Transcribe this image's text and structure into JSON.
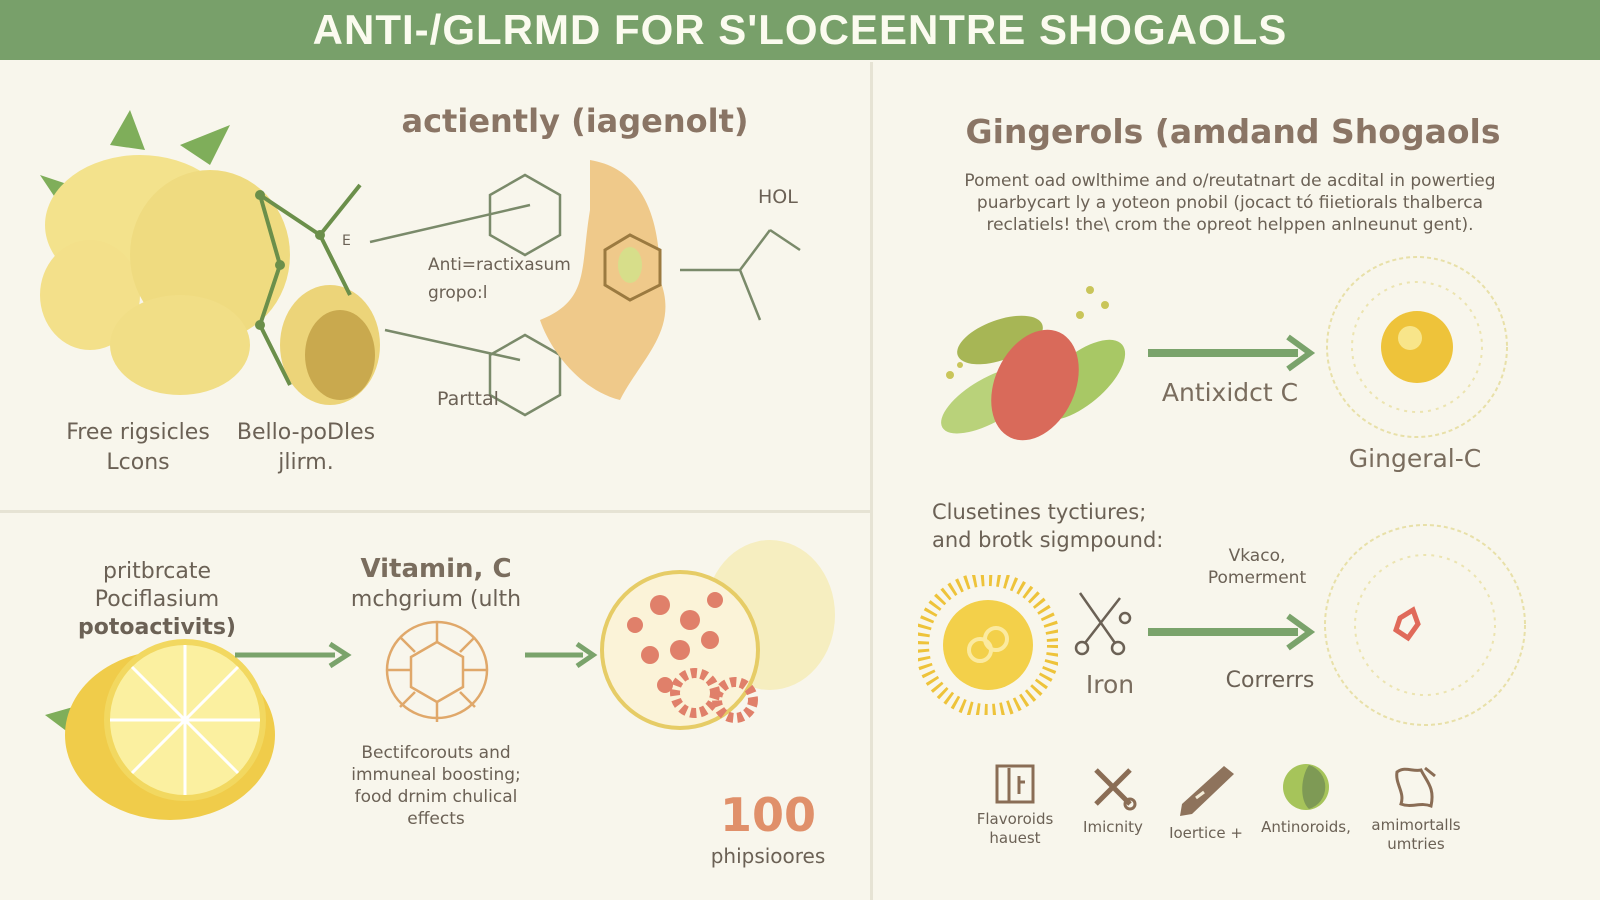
{
  "header": {
    "title": "ANTI-/GLRMD FOR S'LOCEENTRE SHOGAOLS"
  },
  "left_top": {
    "title": "actiently (iagenolt)",
    "label_group": [
      "Anti=ractixasum",
      "gropo:l"
    ],
    "label_partal": "Parttal",
    "label_hol": "HOL",
    "caption_left": [
      "Free rigsicles",
      "Lcons"
    ],
    "caption_right": [
      "Bello-poDles",
      "jlirm."
    ]
  },
  "left_bottom": {
    "lemon_label": [
      "pritbrcate",
      "Pociflasium",
      "potoactivits)"
    ],
    "vitamin_title": "Vitamin, C",
    "vitamin_sub": "mchgrium (ulth",
    "vitamin_desc": [
      "Bectifcorouts and",
      "immuneal boosting;",
      "food drnim chulical",
      "effects"
    ],
    "stat_number": "100",
    "stat_label": "phipsioores"
  },
  "right": {
    "title": "Gingerols (amdand Shogaols",
    "paragraph": [
      "Poment oad owlthime and o/reutatnart de acdital in powertieg",
      "puarbycart ly a yoteon pnobil (jocact tó fiietiorals thalberca",
      "reclatiels! the\\ crom the opreot helppen anlneunut gent)."
    ],
    "arrow1_label": "Antixidct C",
    "result1_label": "Gingeral-C",
    "sub_heading": [
      "Clusetines tyctiures;",
      "and brotk sigmpound:"
    ],
    "arrow2_top": [
      "Vkaco,",
      "Pomerment"
    ],
    "iron_label": "Iron",
    "arrow2_label": "Correrrs"
  },
  "icons": [
    {
      "icon": "flavoroid-box",
      "label": [
        "Flavoroids",
        "hauest"
      ]
    },
    {
      "icon": "tools",
      "label": [
        "Imicnity"
      ]
    },
    {
      "icon": "pen",
      "label": [
        "Ioertice +"
      ]
    },
    {
      "icon": "green-orb",
      "label": [
        "Antinoroids,"
      ]
    },
    {
      "icon": "map",
      "label": [
        "amimortalls",
        "umtries"
      ]
    }
  ],
  "colors": {
    "header": "#78a06a",
    "background": "#f8f6ec",
    "arrow": "#7aa36b",
    "text": "#6b6155"
  }
}
